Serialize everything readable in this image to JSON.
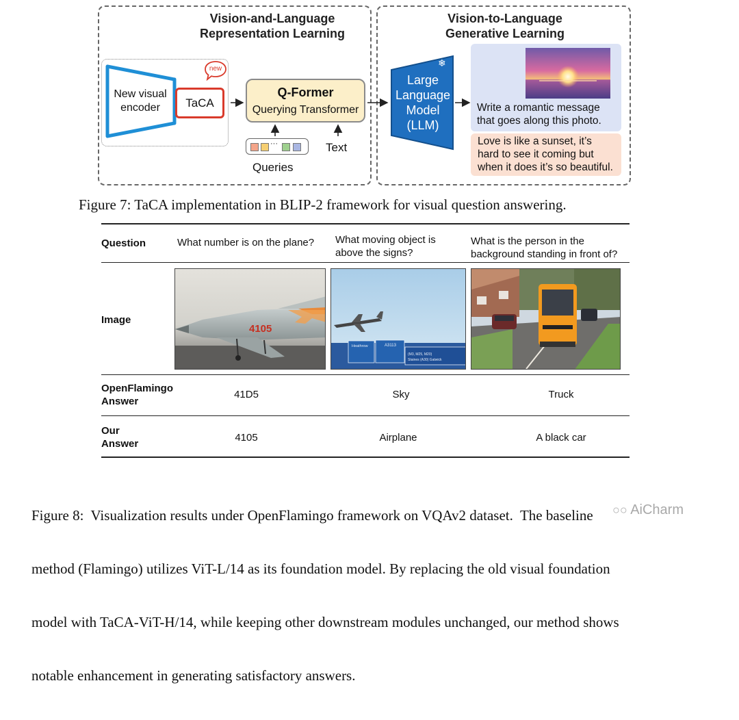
{
  "figure7": {
    "left_title": [
      "Vision-and-Language",
      "Representation Learning"
    ],
    "right_title": [
      "Vision-to-Language",
      "Generative Learning"
    ],
    "encoder_label": [
      "New visual",
      "encoder"
    ],
    "taca_label": "TaCA",
    "new_badge": "new",
    "qformer_title": "Q-Former",
    "qformer_subtitle": "Querying Transformer",
    "queries_label": "Queries",
    "text_label": "Text",
    "llm_label": [
      "Large",
      "Language",
      "Model",
      "(LLM)"
    ],
    "prompt": [
      "Write a romantic message",
      "that goes along this photo."
    ],
    "response": [
      "Love is like a sunset, it’s",
      "hard to see it coming but",
      "when it does it’s so beautiful."
    ],
    "caption": "Figure 7: TaCA implementation in BLIP-2 framework for visual question answering.",
    "colors": {
      "encoder": "#1f8fd6",
      "taca": "#d93a2b",
      "llm": "#1f6fbf",
      "qformer": "#fcefc9",
      "prompt_bg": "#dce3f5",
      "response_bg": "#fbe0d2"
    }
  },
  "figure8": {
    "row_headers": {
      "question": "Question",
      "image": "Image",
      "openflamingo": [
        "OpenFlamingo",
        "Answer"
      ],
      "ours": [
        "Our",
        "Answer"
      ]
    },
    "questions": [
      [
        "What number is on the plane?"
      ],
      [
        "What moving object is",
        "above the signs?"
      ],
      [
        "What is the person in the",
        "background standing in front of?"
      ]
    ],
    "images": [
      "fighter-jet-photo",
      "airplane-over-road-signs-photo",
      "street-bus-photo"
    ],
    "plane_number": "4105",
    "sign_texts": [
      "Heathrow",
      "A3113",
      "(M3, M25, M20)",
      "Staines (A30) Gatwick"
    ],
    "openflamingo_answers": [
      "41D5",
      "Sky",
      "Truck"
    ],
    "our_answers": [
      "4105",
      "Airplane",
      "A black car"
    ],
    "caption": [
      "Figure 8:  Visualization results under OpenFlamingo framework on VQAv2 dataset.  The baseline",
      "method (Flamingo) utilizes ViT-L/14 as its foundation model. By replacing the old visual foundation",
      "model with TaCA-ViT-H/14, while keeping other downstream modules unchanged, our method shows",
      "notable enhancement in generating satisfactory answers."
    ]
  },
  "watermark": "AiCharm"
}
